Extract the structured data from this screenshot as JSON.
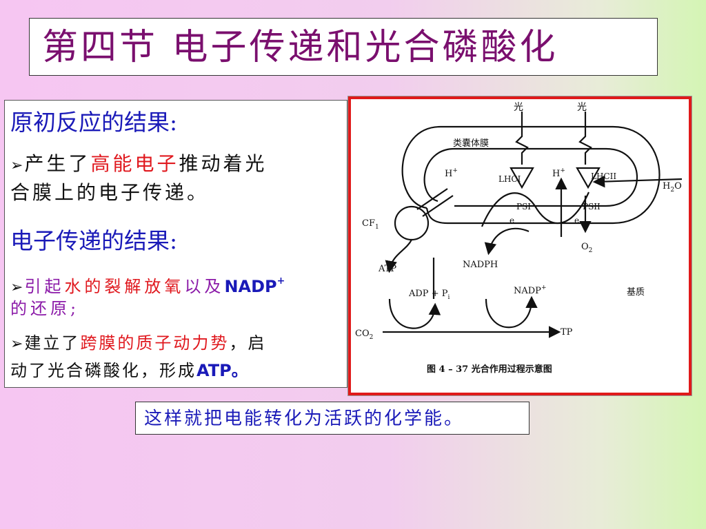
{
  "title": "第四节  电子传递和光合磷酸化",
  "left": {
    "heading1": "原初反应的结果:",
    "b1_pre": "产生了",
    "b1_red": "高能电子",
    "b1_post": "推动着光",
    "b1_line2": "合膜上的电子传递。",
    "heading2": "电子传递的结果:",
    "b2_a": "引起",
    "b2_b": "水的裂解放氧",
    "b2_c": "以及",
    "b2_d": "NADP",
    "b2_sup": "+",
    "b2_line2": "的还原;",
    "b3_pre": "建立了",
    "b3_red": "跨膜的质子动力势",
    "b3_post": "，启",
    "b3_line2_pre": "动了光合磷酸化，形成",
    "b3_line2_atp": "ATP",
    "b3_line2_end": "。",
    "bullet_glyph": "➢"
  },
  "figure": {
    "light1": "光",
    "light2": "光",
    "membrane": "类囊体膜",
    "h_plus_left": "H",
    "h_plus_right": "H",
    "plus": "+",
    "lhci": "LHCI",
    "lhcii": "LHCII",
    "h2o": "H",
    "h2o_sub": "2",
    "h2o_o": "O",
    "psi": "PSI",
    "psii": "PSII",
    "e1": "e",
    "e2": "e",
    "cf1": "CF",
    "cf1_sub": "1",
    "o2": "O",
    "o2_sub": "2",
    "atp": "ATP",
    "nadph": "NADPH",
    "adp": "ADP + P",
    "adp_sub": "i",
    "nadp": "NADP",
    "nadp_sup": "+",
    "stroma": "基质",
    "co2": "CO",
    "co2_sub": "2",
    "tp": "TP",
    "caption": "图 4 – 37   光合作用过程示意图"
  },
  "bottom": "这样就把电能转化为活跃的化学能。"
}
